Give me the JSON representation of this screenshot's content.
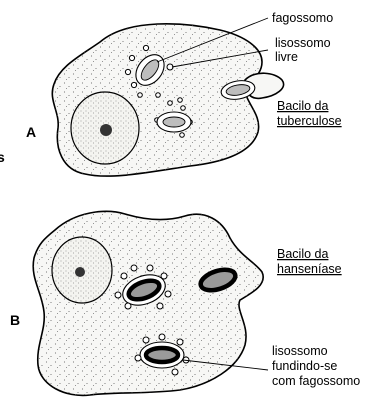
{
  "panels": {
    "a": {
      "letter": "A",
      "organism_lines": [
        "Bacilo da",
        "tuberculose"
      ],
      "label_phagosome": "fagossomo",
      "label_free_lysosome_lines": [
        "lisossomo",
        "livre"
      ]
    },
    "b": {
      "letter": "B",
      "organism_lines": [
        "Bacilo da",
        "hanseníase"
      ],
      "label_fusion_lines": [
        "lisossomo",
        "fundindo-se",
        "com fagossomo"
      ]
    }
  },
  "colors": {
    "ink": "#000000",
    "cytoplasm": "#f7f7f5",
    "bacillus": "#bdbdbd"
  }
}
